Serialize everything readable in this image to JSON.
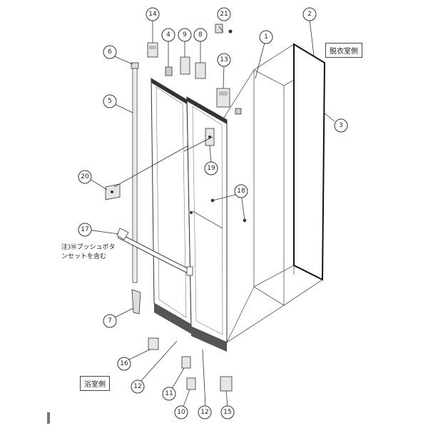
{
  "labels": {
    "dressing_room": "脱衣室側",
    "bathroom": "浴室側",
    "note_line1": "注)⑱プッシュボタ",
    "note_line2": "ンセットを含む"
  },
  "callouts": [
    "1",
    "2",
    "3",
    "4",
    "5",
    "6",
    "7",
    "8",
    "9",
    "10",
    "11",
    "12",
    "12",
    "13",
    "14",
    "15",
    "16",
    "17",
    "18",
    "19",
    "20",
    "21"
  ]
}
